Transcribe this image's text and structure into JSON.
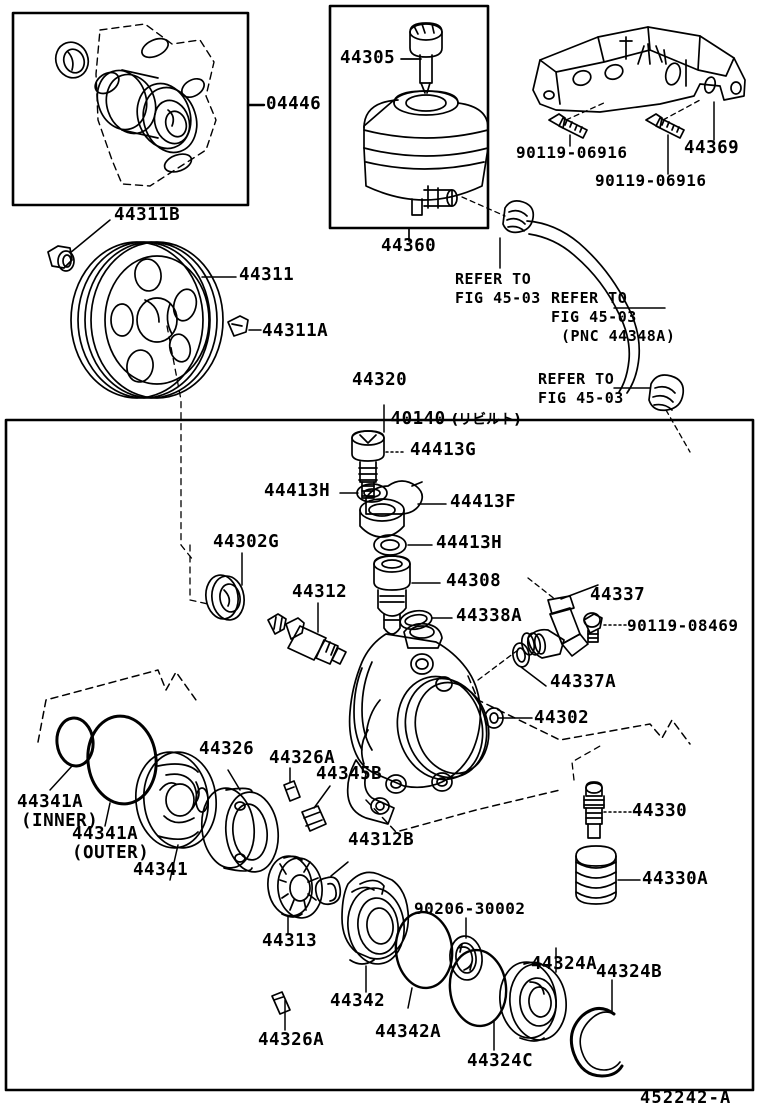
{
  "diagram": {
    "id": "452242-A",
    "title": "Power steering vane pump exploded parts diagram"
  },
  "panels": {
    "gasket_kit_box": {
      "name": "gasket-kit-panel"
    },
    "reservoir_box": {
      "name": "reservoir-panel"
    },
    "pump_box": {
      "name": "pump-assembly-panel"
    }
  },
  "labels": {
    "gasket_kit": "04446",
    "reservoir_cap": "44305",
    "reservoir": "44360",
    "bracket": "44369",
    "bracket_bolt_1": "90119-06916",
    "bracket_bolt_2": "90119-06916",
    "refer_1_line1": "REFER TO",
    "refer_1_line2": "FIG 45-03",
    "refer_2_line1": "REFER TO",
    "refer_2_line2": "FIG 45-03",
    "refer_2_line3": "(PNC 44348A)",
    "refer_3_line1": "REFER TO",
    "refer_3_line2": "FIG 45-03",
    "pulley_nut": "44311B",
    "pulley": "44311",
    "pulley_key": "44311A",
    "pump_assy": "44320",
    "pump_assy_reman": "40140",
    "pump_assy_reman_note": "(リビルト)",
    "union_bolt": "44413G",
    "gasket_upper": "44413H",
    "connector": "44413F",
    "gasket_lower": "44413H",
    "flow_control_valve": "44308",
    "oring_valve": "44338A",
    "oil_seal_housing": "44302G",
    "drive_shaft": "44312",
    "pump_housing": "44302",
    "suction_port": "44337",
    "port_bolt": "90119-08469",
    "port_oring": "44337A",
    "oring_inner": "44341A",
    "oring_inner_note": "(INNER)",
    "oring_outer": "44341A",
    "oring_outer_note": "(OUTER)",
    "side_plate": "44341",
    "cam_ring": "44326",
    "cam_ring_pin_top": "44326A",
    "cam_ring_pin_bottom": "44326A",
    "vane_plate": "44345B",
    "rotor": "44313",
    "snap_ring_shaft": "44312B",
    "rear_housing": "44342",
    "rear_oring": "44342A",
    "retainer_ring": "90206-30002",
    "oil_seal": "44324A",
    "snap_ring": "44324B",
    "oring_seal": "44324C",
    "pressure_switch": "44330",
    "pressure_switch_spring": "44330A"
  }
}
